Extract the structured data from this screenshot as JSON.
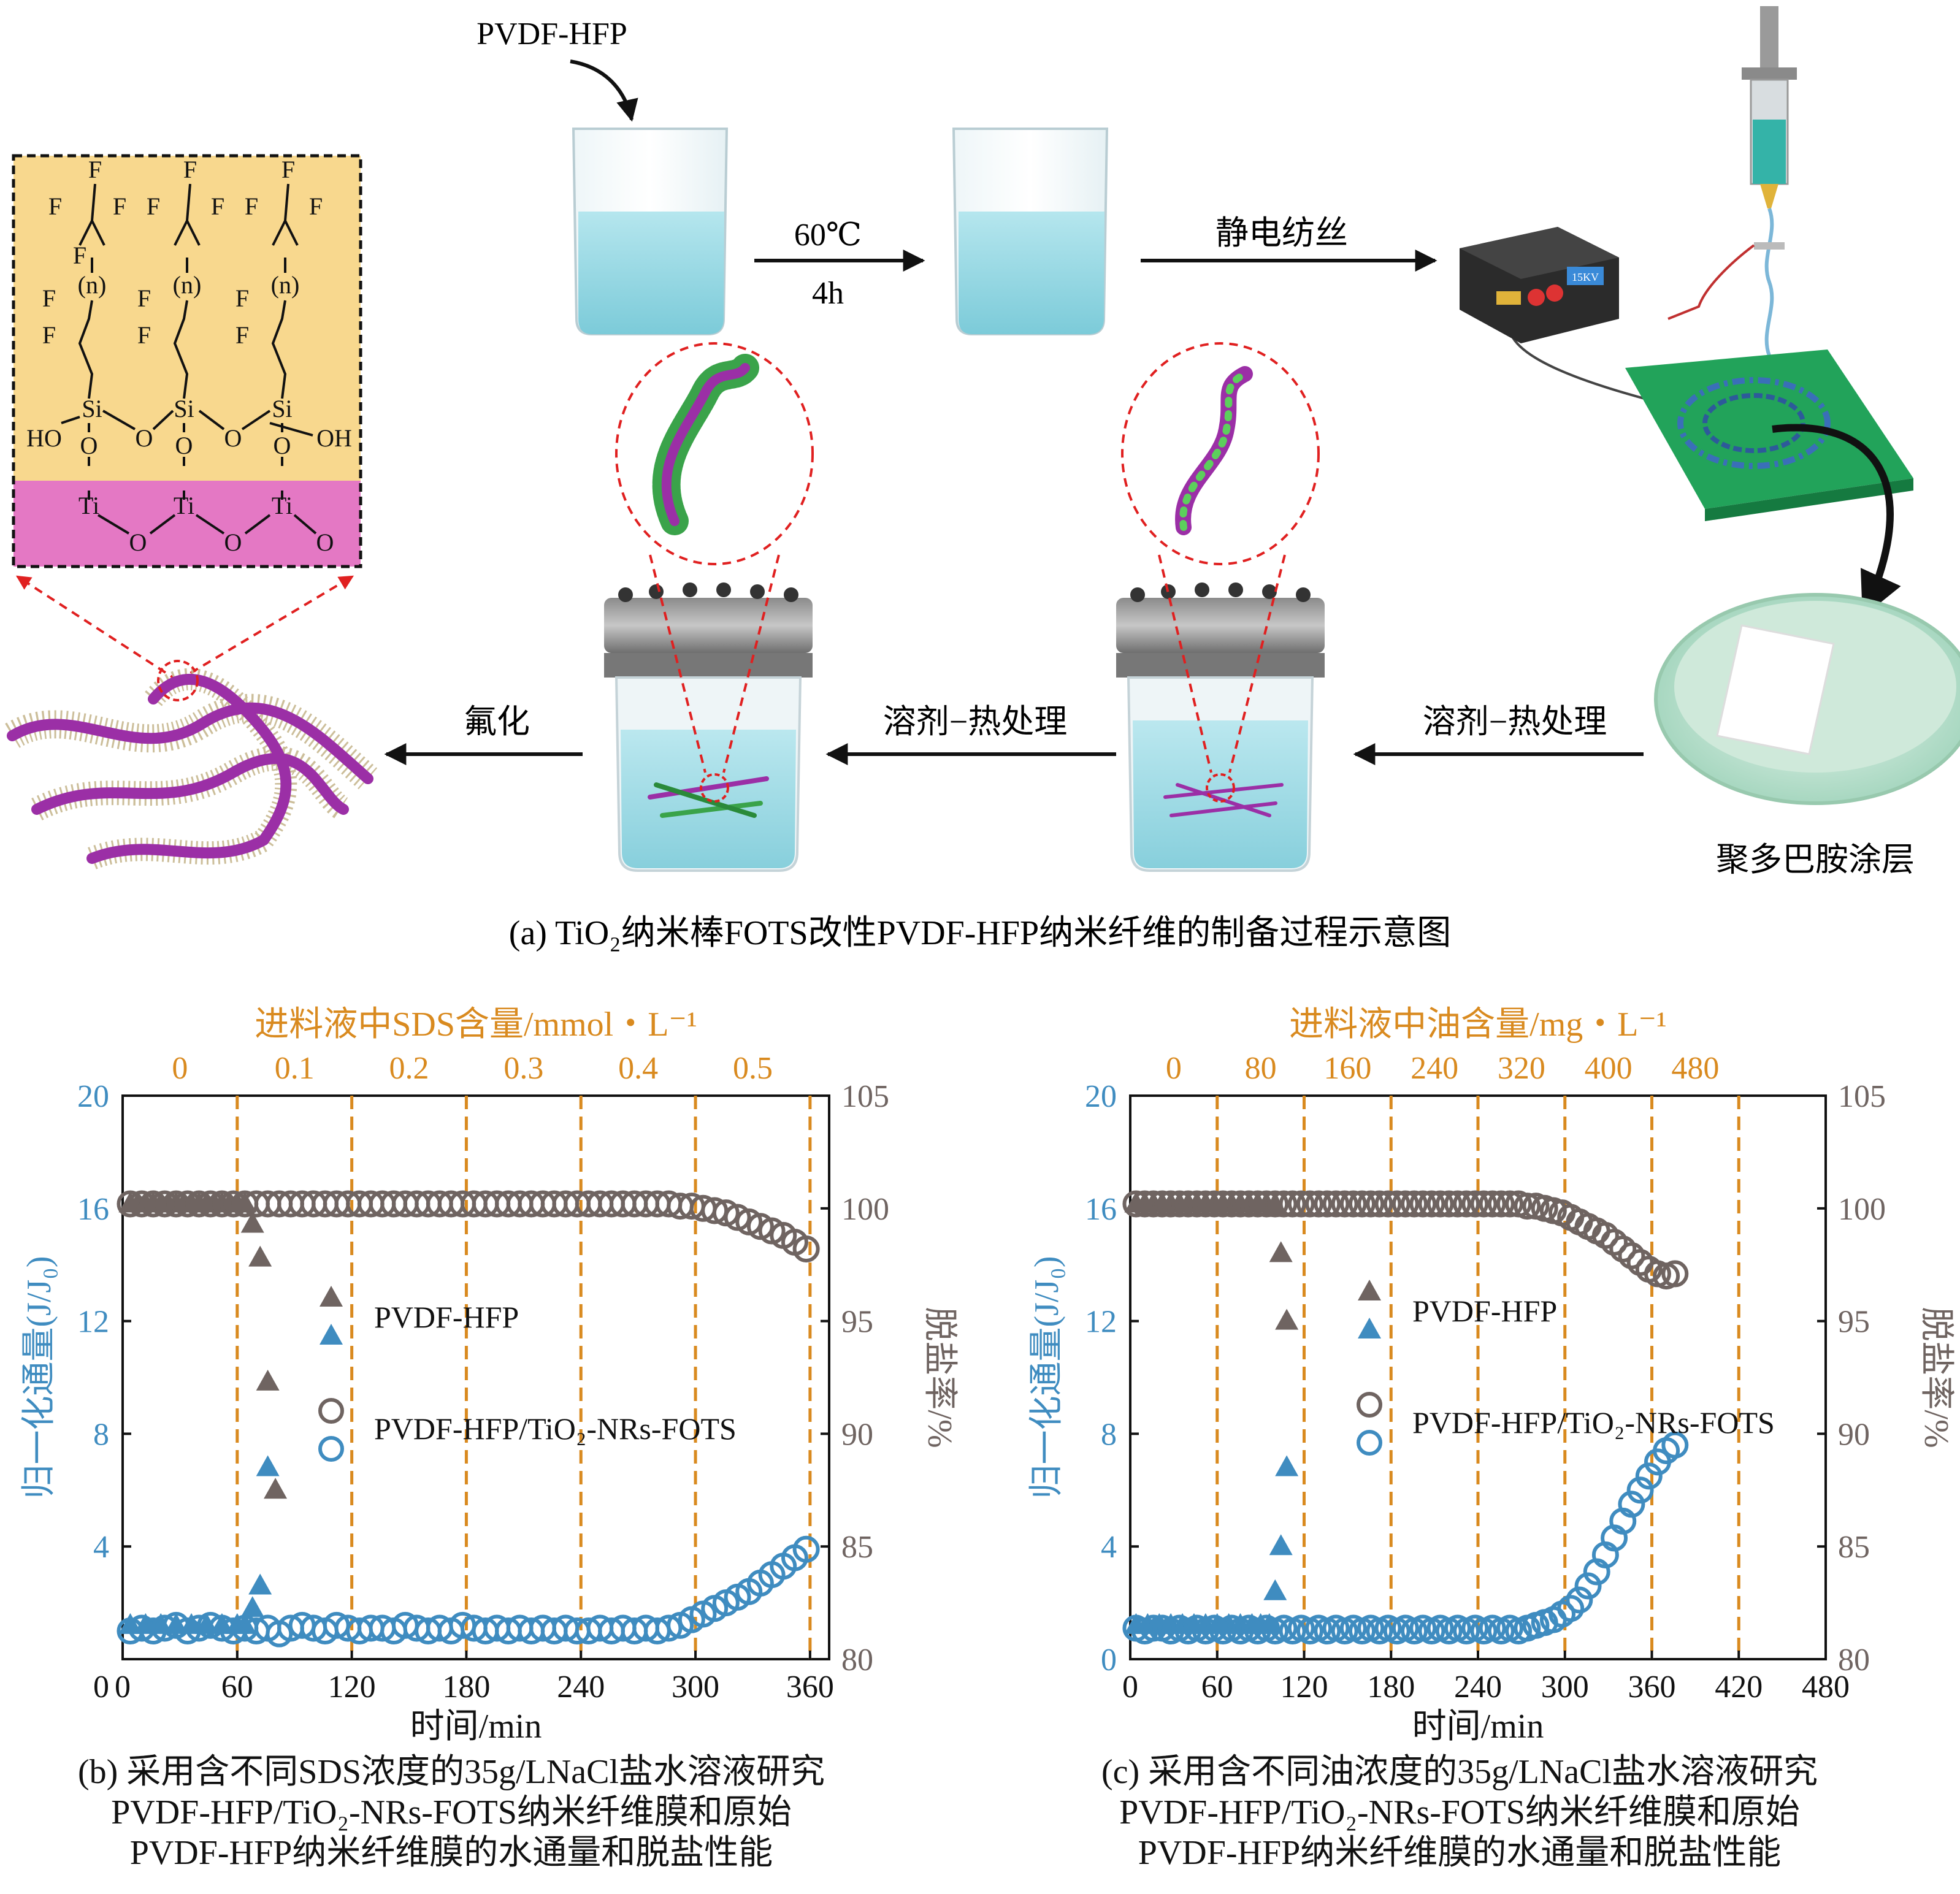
{
  "scheme": {
    "caption": "(a) TiO₂纳米棒FOTS改性PVDF-HFP纳米纤维的制备过程示意图",
    "labels": {
      "pvdf_hfp": "PVDF-HFP",
      "temp": "60℃",
      "time": "4h",
      "electrospin": "静电纺丝",
      "fluorination": "氟化",
      "solvothermal_1": "溶剂−热处理",
      "solvothermal_2": "溶剂−热处理",
      "polydopamine": "聚多巴胺涂层",
      "hv_display": "15KV"
    },
    "molecule": {
      "n": "(n)",
      "ho": "HO",
      "oh": "OH",
      "si": "Si",
      "ti": "Ti",
      "o": "O",
      "f": "F"
    },
    "colors": {
      "molecule_top": "#f8d88e",
      "molecule_bottom": "#e478c4",
      "solution": "#8fd3de",
      "fiber_purple": "#9b2fa6",
      "fiber_green": "#3aa34a",
      "base_green": "#22a35a",
      "arrow_red": "#e02020"
    }
  },
  "charts": [
    {
      "id": "b",
      "caption_lines": [
        "(b) 采用含不同SDS浓度的35g/LNaCl盐水溶液研究",
        "PVDF-HFP/TiO₂-NRs-FOTS纳米纤维膜和原始",
        "PVDF-HFP纳米纤维膜的水通量和脱盐性能"
      ],
      "xlabel": "时间/min",
      "ylabel_left": "归一化通量(J/J₀)",
      "ylabel_right": "脱盐率/%",
      "top_label": "进料液中SDS含量/mmol・L⁻¹",
      "xticks": [
        "0",
        "60",
        "120",
        "180",
        "240",
        "300",
        "360"
      ],
      "yticks_left": [
        "4",
        "8",
        "12",
        "16",
        "20"
      ],
      "yticks_right": [
        "80",
        "85",
        "90",
        "95",
        "100",
        "105"
      ],
      "top_ticks": [
        "0",
        "0.1",
        "0.2",
        "0.3",
        "0.4",
        "0.5"
      ],
      "legend": [
        "PVDF-HFP",
        "PVDF-HFP/TiO₂-NRs-FOTS"
      ]
    },
    {
      "id": "c",
      "caption_lines": [
        "(c) 采用含不同油浓度的35g/LNaCl盐水溶液研究",
        "PVDF-HFP/TiO₂-NRs-FOTS纳米纤维膜和原始",
        "PVDF-HFP纳米纤维膜的水通量和脱盐性能"
      ],
      "xlabel": "时间/min",
      "ylabel_left": "归一化通量(J/J₀)",
      "ylabel_right": "脱盐率/%",
      "top_label": "进料液中油含量/mg・L⁻¹",
      "xticks": [
        "0",
        "60",
        "120",
        "180",
        "240",
        "300",
        "360",
        "420",
        "480"
      ],
      "yticks_left": [
        "0",
        "4",
        "8",
        "12",
        "16",
        "20"
      ],
      "yticks_right": [
        "80",
        "85",
        "90",
        "95",
        "100",
        "105"
      ],
      "top_ticks": [
        "0",
        "80",
        "160",
        "240",
        "320",
        "400",
        "480"
      ],
      "legend": [
        "PVDF-HFP",
        "PVDF-HFP/TiO₂-NRs-FOTS"
      ]
    }
  ],
  "chart_data": [
    {
      "type": "scatter",
      "xlabel": "时间/min",
      "ylabel": "归一化通量(J/J₀)",
      "y2label": "脱盐率/%",
      "xlim": [
        0,
        370
      ],
      "ylim": [
        0,
        20
      ],
      "y2lim": [
        80,
        105
      ],
      "x2label": "进料液中SDS含量/mmol・L⁻¹",
      "x2_categories": [
        "0",
        "0.1",
        "0.2",
        "0.3",
        "0.4",
        "0.5"
      ],
      "boundaries_min": [
        60,
        120,
        180,
        240,
        300,
        360
      ],
      "legend_position": "center",
      "series": [
        {
          "name": "PVDF-HFP",
          "axis": "right",
          "marker": "triangle",
          "x": [
            4,
            8,
            12,
            16,
            20,
            24,
            28,
            32,
            36,
            40,
            44,
            48,
            52,
            56,
            60,
            64,
            68,
            72,
            76,
            80
          ],
          "y": [
            100.2,
            100.2,
            100.2,
            100.2,
            100.2,
            100.2,
            100.2,
            100.2,
            100.2,
            100.2,
            100.2,
            100.2,
            100.2,
            100.2,
            100.2,
            100.2,
            99.3,
            97.8,
            92.3,
            87.5
          ]
        },
        {
          "name": "PVDF-HFP",
          "axis": "left",
          "marker": "triangle",
          "x": [
            4,
            12,
            20,
            28,
            36,
            44,
            52,
            60,
            64,
            68,
            72,
            76
          ],
          "y": [
            1.2,
            1.2,
            1.2,
            1.2,
            1.2,
            1.2,
            1.2,
            1.2,
            1.2,
            1.8,
            2.6,
            6.8
          ]
        },
        {
          "name": "PVDF-HFP/TiO₂-NRs-FOTS",
          "axis": "right",
          "marker": "circle",
          "x": [
            4,
            10,
            16,
            22,
            28,
            34,
            40,
            46,
            52,
            58,
            64,
            70,
            76,
            82,
            88,
            94,
            100,
            106,
            112,
            118,
            124,
            130,
            136,
            142,
            148,
            154,
            160,
            166,
            172,
            178,
            184,
            190,
            196,
            202,
            208,
            214,
            220,
            226,
            232,
            238,
            244,
            250,
            256,
            262,
            268,
            274,
            280,
            286,
            292,
            298,
            304,
            310,
            316,
            322,
            328,
            334,
            340,
            346,
            352,
            358
          ],
          "y": [
            100.2,
            100.2,
            100.2,
            100.2,
            100.2,
            100.2,
            100.2,
            100.2,
            100.2,
            100.2,
            100.2,
            100.2,
            100.2,
            100.2,
            100.2,
            100.2,
            100.2,
            100.2,
            100.2,
            100.2,
            100.2,
            100.2,
            100.2,
            100.2,
            100.2,
            100.2,
            100.2,
            100.2,
            100.2,
            100.2,
            100.2,
            100.2,
            100.2,
            100.2,
            100.2,
            100.2,
            100.2,
            100.2,
            100.2,
            100.2,
            100.2,
            100.2,
            100.2,
            100.2,
            100.2,
            100.2,
            100.2,
            100.2,
            100.1,
            100.1,
            100.0,
            99.9,
            99.8,
            99.6,
            99.4,
            99.2,
            99.0,
            98.8,
            98.5,
            98.2
          ]
        },
        {
          "name": "PVDF-HFP/TiO₂-NRs-FOTS",
          "axis": "left",
          "marker": "circle",
          "x": [
            4,
            10,
            16,
            22,
            28,
            34,
            40,
            46,
            52,
            58,
            64,
            70,
            76,
            82,
            88,
            94,
            100,
            106,
            112,
            118,
            124,
            130,
            136,
            142,
            148,
            154,
            160,
            166,
            172,
            178,
            184,
            190,
            196,
            202,
            208,
            214,
            220,
            226,
            232,
            238,
            244,
            250,
            256,
            262,
            268,
            274,
            280,
            286,
            292,
            298,
            304,
            310,
            316,
            322,
            328,
            334,
            340,
            346,
            352,
            358
          ],
          "y": [
            1.0,
            1.1,
            1.0,
            1.1,
            1.2,
            1.0,
            1.1,
            1.2,
            1.1,
            1.0,
            1.1,
            1.0,
            1.1,
            0.9,
            1.1,
            1.2,
            1.1,
            1.0,
            1.2,
            1.1,
            1.0,
            1.1,
            1.1,
            1.0,
            1.2,
            1.1,
            1.0,
            1.1,
            1.0,
            1.2,
            1.1,
            1.0,
            1.1,
            1.0,
            1.1,
            1.0,
            1.1,
            1.0,
            1.1,
            1.0,
            1.0,
            1.1,
            1.0,
            1.1,
            1.0,
            1.1,
            1.0,
            1.1,
            1.2,
            1.4,
            1.6,
            1.8,
            2.0,
            2.2,
            2.4,
            2.7,
            3.0,
            3.3,
            3.6,
            3.9
          ]
        }
      ]
    },
    {
      "type": "scatter",
      "xlabel": "时间/min",
      "ylabel": "归一化通量(J/J₀)",
      "y2label": "脱盐率/%",
      "xlim": [
        0,
        480
      ],
      "ylim": [
        0,
        20
      ],
      "y2lim": [
        80,
        105
      ],
      "x2label": "进料液中油含量/mg・L⁻¹",
      "x2_categories": [
        "0",
        "80",
        "160",
        "240",
        "320",
        "400",
        "480"
      ],
      "boundaries_min": [
        60,
        120,
        180,
        240,
        300,
        360,
        420
      ],
      "legend_position": "center",
      "series": [
        {
          "name": "PVDF-HFP",
          "axis": "right",
          "marker": "triangle",
          "x": [
            4,
            10,
            16,
            22,
            28,
            34,
            40,
            46,
            52,
            58,
            64,
            70,
            76,
            82,
            88,
            94,
            100,
            104,
            108
          ],
          "y": [
            100.2,
            100.2,
            100.2,
            100.2,
            100.2,
            100.2,
            100.2,
            100.2,
            100.2,
            100.2,
            100.2,
            100.2,
            100.2,
            100.2,
            100.2,
            100.2,
            100.0,
            98.0,
            95.0
          ]
        },
        {
          "name": "PVDF-HFP",
          "axis": "left",
          "marker": "triangle",
          "x": [
            4,
            12,
            20,
            28,
            36,
            44,
            52,
            60,
            68,
            76,
            84,
            90,
            96,
            100,
            104,
            108
          ],
          "y": [
            1.2,
            1.2,
            1.2,
            1.2,
            1.2,
            1.2,
            1.2,
            1.2,
            1.2,
            1.2,
            1.2,
            1.2,
            1.2,
            2.4,
            4.0,
            6.8
          ]
        },
        {
          "name": "PVDF-HFP/TiO₂-NRs-FOTS",
          "axis": "right",
          "marker": "circle",
          "x": [
            4,
            10,
            16,
            22,
            28,
            34,
            40,
            46,
            52,
            58,
            64,
            70,
            76,
            82,
            88,
            94,
            100,
            106,
            112,
            118,
            124,
            130,
            136,
            142,
            148,
            154,
            160,
            166,
            172,
            178,
            184,
            190,
            196,
            202,
            208,
            214,
            220,
            226,
            232,
            238,
            244,
            250,
            256,
            262,
            268,
            274,
            280,
            286,
            292,
            298,
            304,
            310,
            316,
            322,
            328,
            334,
            340,
            346,
            352,
            358,
            364,
            370,
            376
          ],
          "y": [
            100.2,
            100.2,
            100.2,
            100.2,
            100.2,
            100.2,
            100.2,
            100.2,
            100.2,
            100.2,
            100.2,
            100.2,
            100.2,
            100.2,
            100.2,
            100.2,
            100.2,
            100.2,
            100.2,
            100.2,
            100.2,
            100.2,
            100.2,
            100.2,
            100.2,
            100.2,
            100.2,
            100.2,
            100.2,
            100.2,
            100.2,
            100.2,
            100.2,
            100.2,
            100.2,
            100.2,
            100.2,
            100.2,
            100.2,
            100.2,
            100.2,
            100.2,
            100.2,
            100.2,
            100.2,
            100.1,
            100.1,
            100.0,
            99.9,
            99.8,
            99.6,
            99.4,
            99.2,
            99.0,
            98.8,
            98.5,
            98.2,
            97.9,
            97.6,
            97.3,
            97.1,
            97.0,
            97.1
          ]
        },
        {
          "name": "PVDF-HFP/TiO₂-NRs-FOTS",
          "axis": "left",
          "marker": "circle",
          "x": [
            4,
            10,
            16,
            22,
            28,
            34,
            40,
            46,
            52,
            58,
            64,
            70,
            76,
            82,
            88,
            94,
            100,
            106,
            112,
            118,
            124,
            130,
            136,
            142,
            148,
            154,
            160,
            166,
            172,
            178,
            184,
            190,
            196,
            202,
            208,
            214,
            220,
            226,
            232,
            238,
            244,
            250,
            256,
            262,
            268,
            274,
            280,
            286,
            292,
            298,
            304,
            310,
            316,
            322,
            328,
            334,
            340,
            346,
            352,
            358,
            364,
            370,
            376
          ],
          "y": [
            1.1,
            1.0,
            1.1,
            1.1,
            1.0,
            1.1,
            1.0,
            1.1,
            1.0,
            1.1,
            1.0,
            1.1,
            1.0,
            1.1,
            1.0,
            1.1,
            1.0,
            1.1,
            1.0,
            1.1,
            1.0,
            1.1,
            1.0,
            1.1,
            1.0,
            1.1,
            1.0,
            1.1,
            1.0,
            1.1,
            1.0,
            1.1,
            1.0,
            1.1,
            1.0,
            1.1,
            1.0,
            1.1,
            1.0,
            1.1,
            1.0,
            1.1,
            1.0,
            1.1,
            1.0,
            1.1,
            1.2,
            1.3,
            1.4,
            1.6,
            1.8,
            2.1,
            2.6,
            3.1,
            3.7,
            4.3,
            4.9,
            5.5,
            6.0,
            6.5,
            7.0,
            7.4,
            7.6
          ]
        }
      ]
    }
  ]
}
